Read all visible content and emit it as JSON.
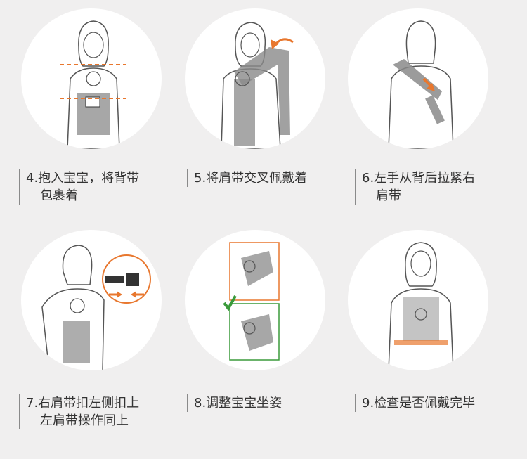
{
  "steps": [
    {
      "line1": "4.抱入宝宝，将背带",
      "line2": "包裹着"
    },
    {
      "line1": "5.将肩带交叉佩戴着",
      "line2": ""
    },
    {
      "line1": "6.左手从背后拉紧右",
      "line2": "肩带"
    },
    {
      "line1": "7.右肩带扣左侧扣上",
      "line2": "左肩带操作同上"
    },
    {
      "line1": "8.调整宝宝坐姿",
      "line2": ""
    },
    {
      "line1": "9.检查是否佩戴完毕",
      "line2": ""
    }
  ],
  "colors": {
    "background": "#f0efef",
    "circle": "#ffffff",
    "accent": "#e8772e",
    "check_green": "#3a9a3a",
    "carrier_gray": "#8a8a8a",
    "line_art": "#555555"
  }
}
